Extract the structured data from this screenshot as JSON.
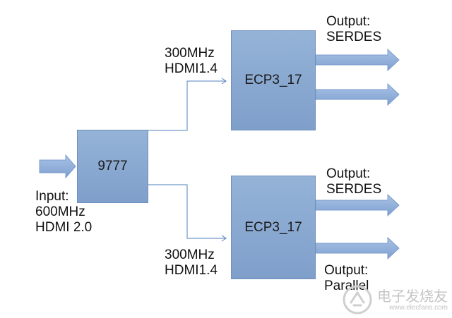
{
  "blocks": {
    "hdmi_chip": "9777",
    "fpga_top": "ECP3_17",
    "fpga_bottom": "ECP3_17"
  },
  "labels": {
    "input": [
      "Input:",
      "600MHz",
      "HDMI 2.0"
    ],
    "link_top": [
      "300MHz",
      "HDMI1.4"
    ],
    "link_bottom": [
      "300MHz",
      "HDMI1.4"
    ],
    "out_top": [
      "Output:",
      "SERDES"
    ],
    "out_bottom_serdes": [
      "Output:",
      "SERDES"
    ],
    "out_bottom_parallel": [
      "Output:",
      "Parallel"
    ]
  },
  "watermark": {
    "name": "电子发烧友",
    "url": "www.elecfans.com"
  },
  "colors": {
    "block_fill": "#8eaad6",
    "arrow_fill": "#8eb0dc",
    "connector": "#4f81bd",
    "text": "#111111"
  }
}
